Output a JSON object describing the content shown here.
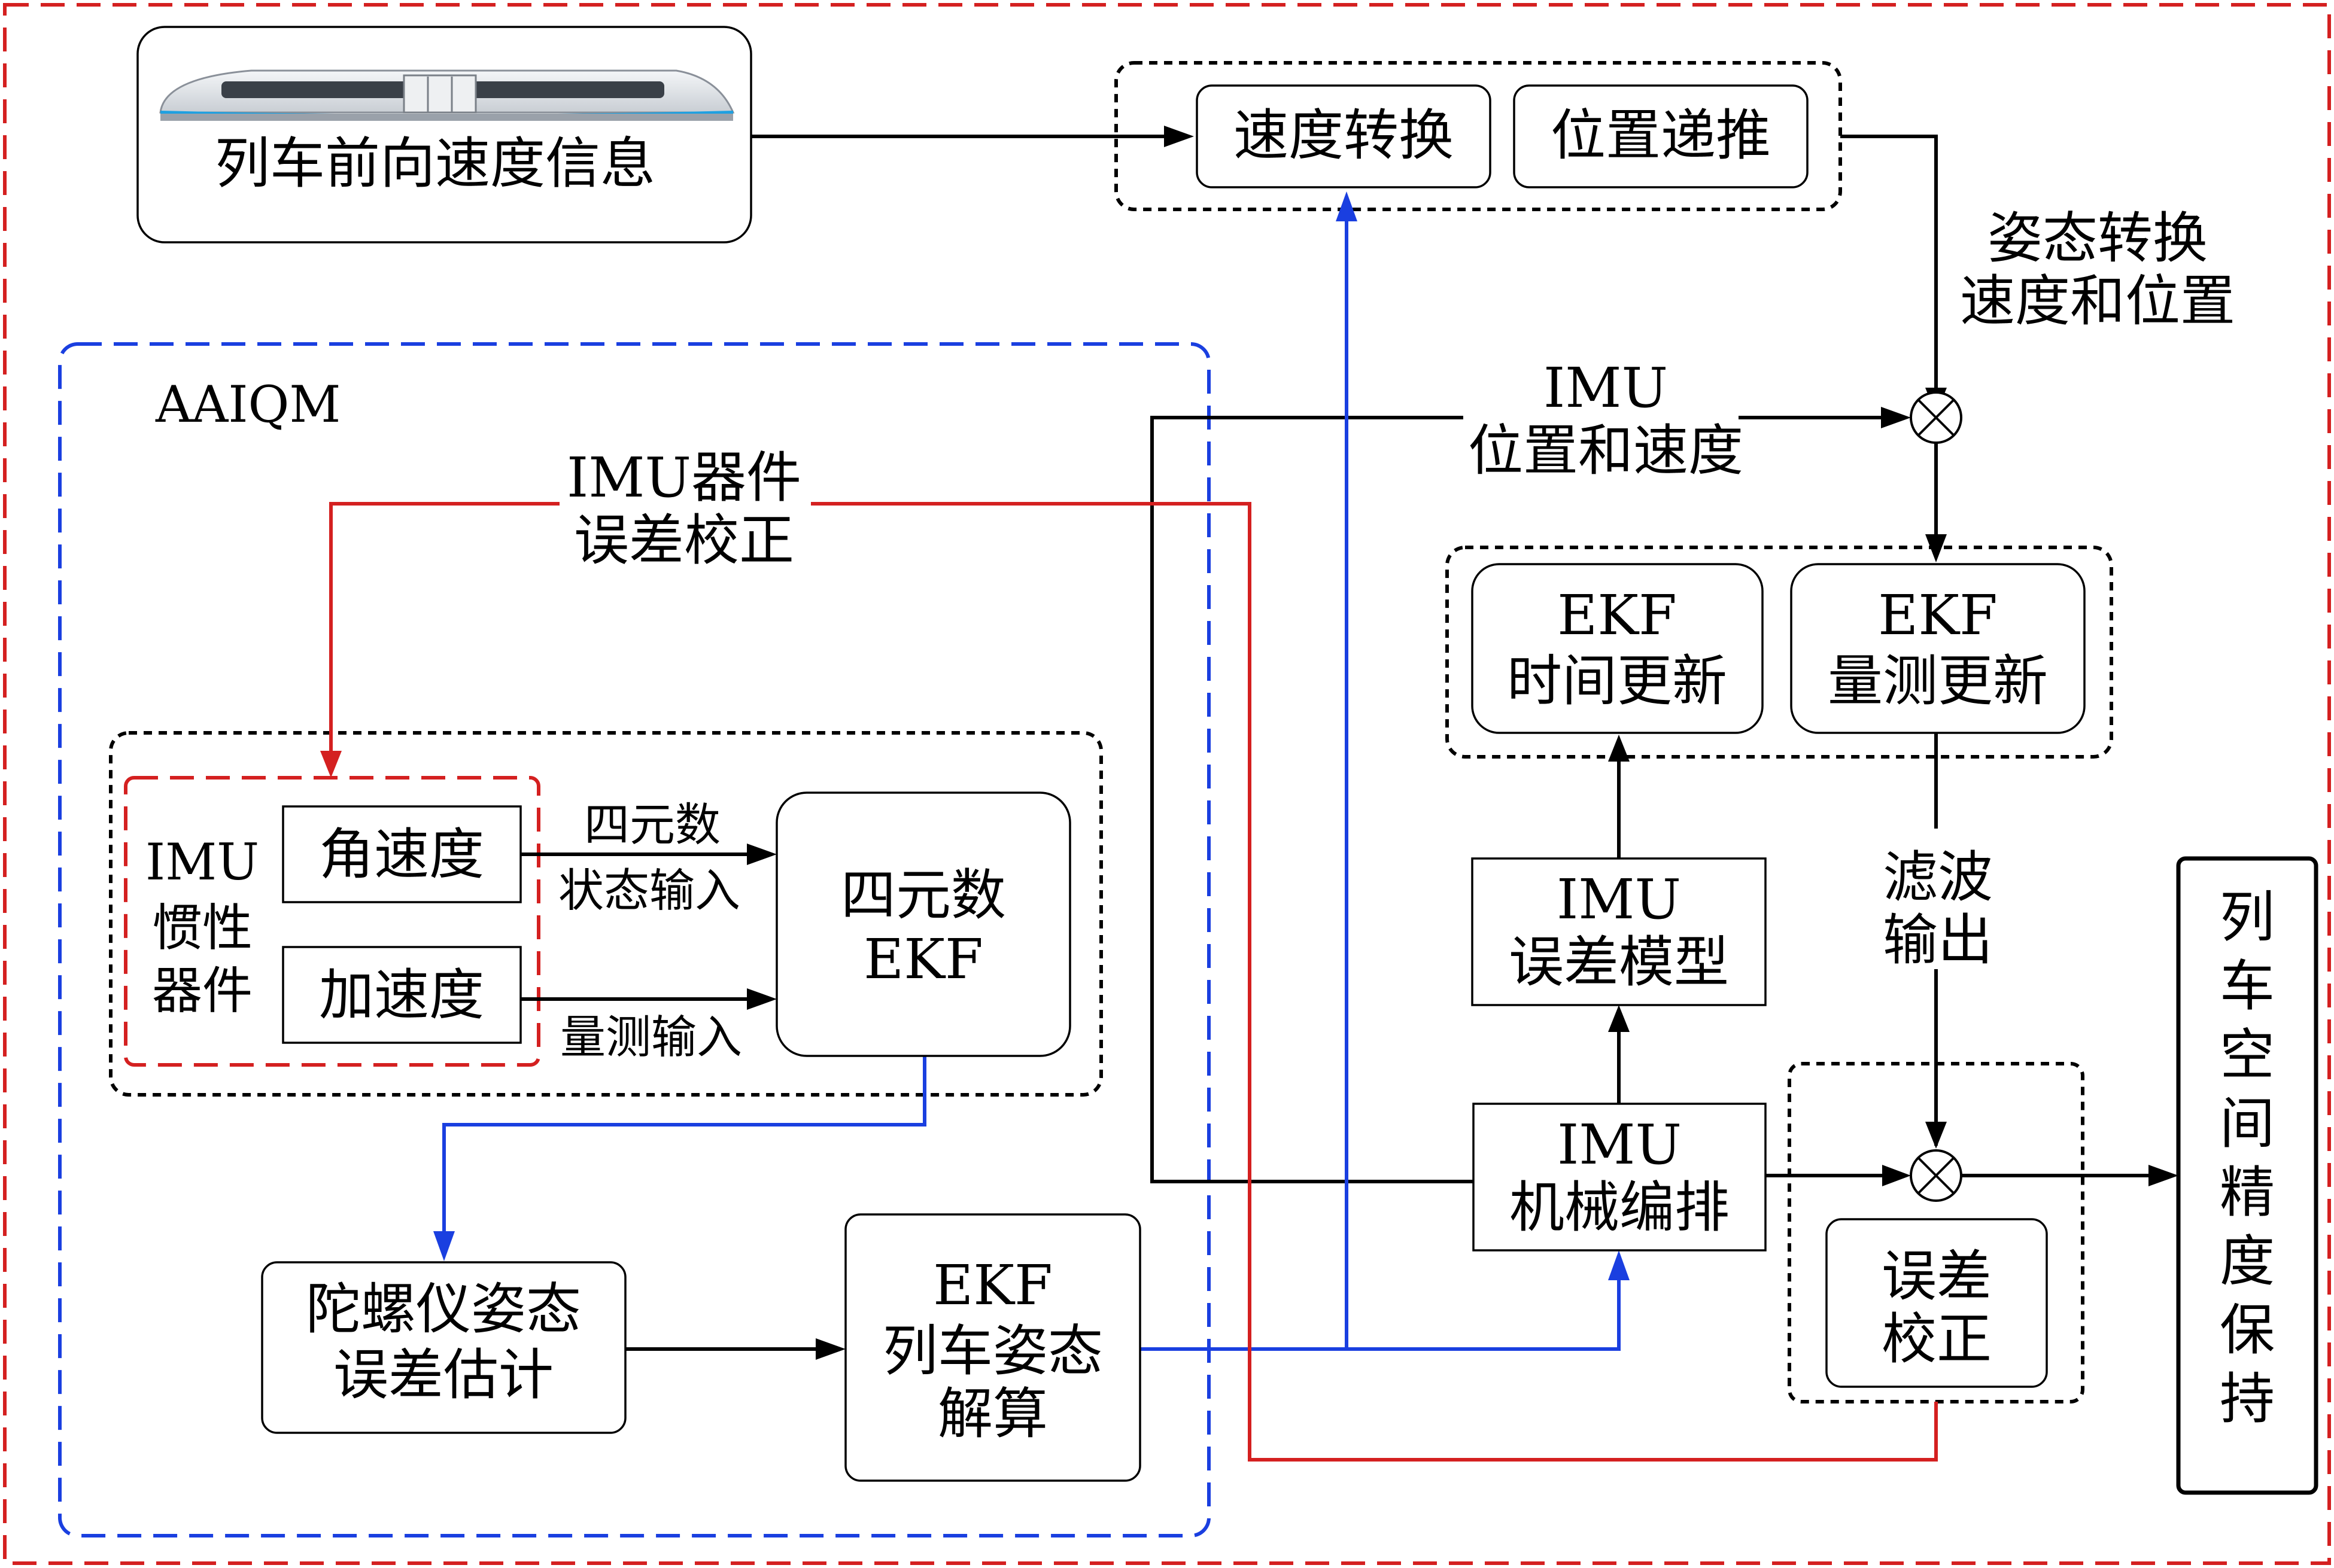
{
  "blocks": {
    "train_speed_info": "列车前向速度信息",
    "speed_conversion": "速度转换",
    "position_dead_reckoning": "位置递推",
    "quaternion_ekf": [
      "四元数",
      "EKF"
    ],
    "angular_velocity": "角速度",
    "acceleration": "加速度",
    "imu_inertial_devices": [
      "IMU",
      "惯性",
      "器件"
    ],
    "gyro_attitude_error": [
      "陀螺仪姿态",
      "误差估计"
    ],
    "ekf_train_attitude": [
      "EKF",
      "列车姿态",
      "解算"
    ],
    "imu_mechanization": [
      "IMU",
      "机械编排"
    ],
    "imu_error_model": [
      "IMU",
      "误差模型"
    ],
    "ekf_time_update": [
      "EKF",
      "时间更新"
    ],
    "ekf_measurement_update": [
      "EKF",
      "量测更新"
    ],
    "error_correction": [
      "误差",
      "校正"
    ],
    "output_label": [
      "列",
      "车",
      "空",
      "间",
      "精",
      "度",
      "保",
      "持"
    ]
  },
  "labels": {
    "aaiqm": "AAIQM",
    "imu_device_error_correction": [
      "IMU器件",
      "误差校正"
    ],
    "quaternion_state_input": [
      "四元数",
      "状态输入"
    ],
    "measurement_input": "量测输入",
    "attitude_converted": [
      "姿态转换",
      "速度和位置"
    ],
    "imu_pos_vel": [
      "IMU",
      "位置和速度"
    ],
    "filter_output": [
      "滤波",
      "输出"
    ]
  },
  "colors": {
    "outer_boundary": "#d42020",
    "aaiqm_boundary": "#1a3fe0",
    "feedback_line_red": "#d42020",
    "attitude_line_blue": "#1a3fe0",
    "signal_line": "#000000"
  }
}
